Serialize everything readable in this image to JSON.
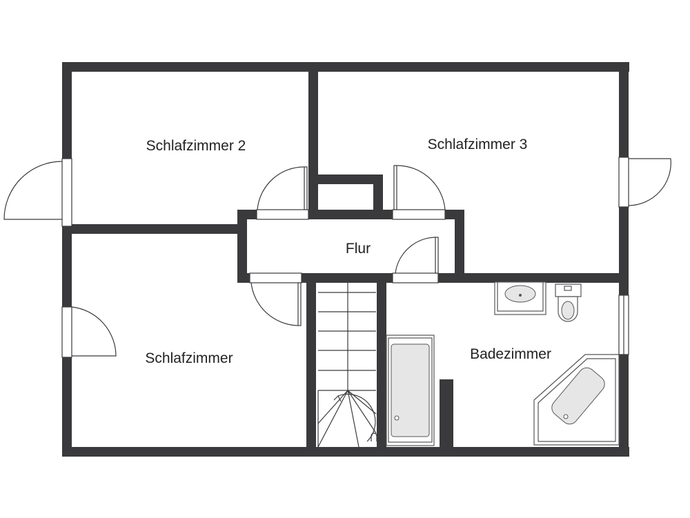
{
  "plan": {
    "colors": {
      "wall": "#3a3a3c",
      "background": "#ffffff"
    },
    "rooms": {
      "schlafzimmer_2": "Schlafzimmer 2",
      "schlafzimmer_3": "Schlafzimmer 3",
      "flur": "Flur",
      "schlafzimmer": "Schlafzimmer",
      "badezimmer": "Badezimmer"
    }
  }
}
